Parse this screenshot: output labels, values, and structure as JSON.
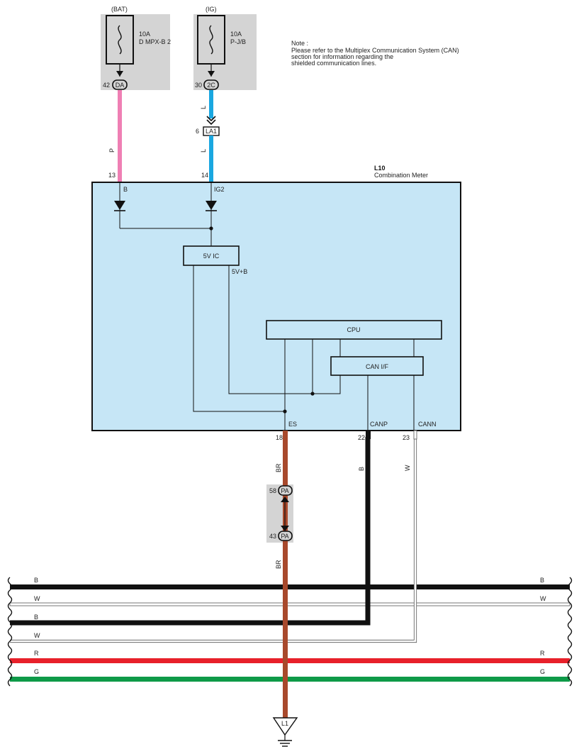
{
  "power_sources": [
    {
      "source": "(BAT)",
      "rating": "10A",
      "fuse_name": "D MPX-B 2",
      "pin": "42",
      "connector": "DA"
    },
    {
      "source": "(IG)",
      "rating": "10A",
      "fuse_name": "P-J/B",
      "pin": "30",
      "connector": "2C"
    }
  ],
  "note": {
    "heading": "Note :",
    "line1": "Please refer to the Multiplex Communication System (CAN)",
    "line2": "section for information regarding the",
    "line3": "shielded communication lines."
  },
  "wires": {
    "bat_color_code": "P",
    "ig_upper_code": "L",
    "ig_lower_code": "L",
    "inline_connector": {
      "pin": "6",
      "name": "LA1"
    },
    "es_upper_code": "BR",
    "es_lower_code": "BR",
    "canp_code": "B",
    "cann_code": "W"
  },
  "component": {
    "id": "L10",
    "name": "Combination Meter",
    "pins": {
      "b": {
        "num": "13",
        "name": "B"
      },
      "ig2": {
        "num": "14",
        "name": "IG2"
      },
      "es": {
        "num": "18",
        "name": "ES"
      },
      "canp": {
        "num": "22",
        "name": "CANP"
      },
      "cann": {
        "num": "23",
        "name": "CANN"
      }
    },
    "ic_label": "5V IC",
    "ic_output": "5V+B",
    "cpu_label": "CPU",
    "canif_label": "CAN I/F"
  },
  "junction": {
    "top": {
      "pin": "58",
      "connector": "PA"
    },
    "bottom": {
      "pin": "43",
      "connector": "PA"
    }
  },
  "bus_lines": [
    {
      "left": "B",
      "right": "B",
      "color": "#111111"
    },
    {
      "left": "W",
      "right": "W",
      "color": "#ffffff"
    },
    {
      "left": "B",
      "right": "",
      "color": "#111111"
    },
    {
      "left": "W",
      "right": "",
      "color": "#ffffff"
    },
    {
      "left": "R",
      "right": "R",
      "color": "#e8202a"
    },
    {
      "left": "G",
      "right": "G",
      "color": "#0e9a48"
    }
  ],
  "ground": {
    "label": "L1"
  },
  "colors": {
    "pink_wire": "#ef7fb4",
    "blue_wire": "#1aa7e0",
    "brown_wire": "#a8492c",
    "meter_fill": "#c6e6f6",
    "fuse_box": "#d4d4d4"
  }
}
